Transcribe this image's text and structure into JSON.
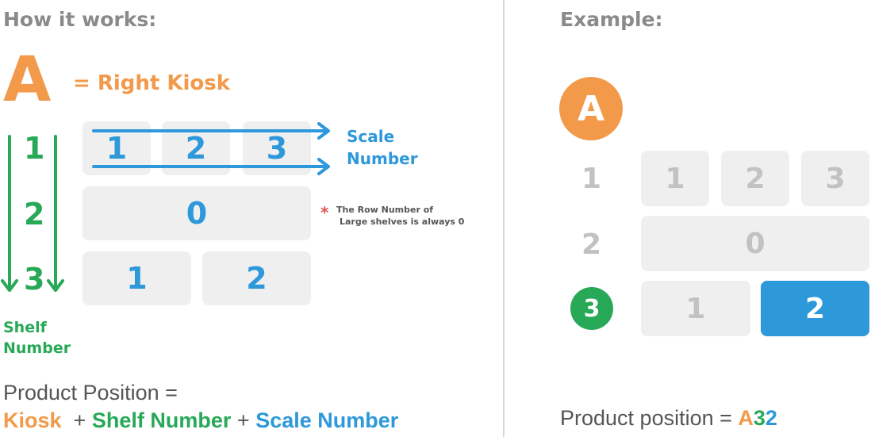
{
  "left": {
    "heading": "How it works:",
    "kiosk_letter": "A",
    "kiosk_label": "= Right Kiosk",
    "scale_label_1": "Scale",
    "scale_label_2": "Number",
    "note_asterisk": "*",
    "note_line1": "The Row Number of",
    "note_line2": "Large shelves is always 0",
    "shelf_numbers": [
      "1",
      "2",
      "3"
    ],
    "row1": [
      "1",
      "2",
      "3"
    ],
    "row2": [
      "0"
    ],
    "row3": [
      "1",
      "2"
    ],
    "shelf_label_1": "Shelf",
    "shelf_label_2": "Number",
    "formula_line1": "Product Position =",
    "formula_kiosk": "Kiosk",
    "formula_plus1": "+",
    "formula_shelf": "Shelf Number",
    "formula_plus2": "+",
    "formula_scale": "Scale Number"
  },
  "right": {
    "heading": "Example:",
    "kiosk_letter": "A",
    "shelf_numbers": [
      "1",
      "2",
      "3"
    ],
    "row1": [
      "1",
      "2",
      "3"
    ],
    "row2": [
      "0"
    ],
    "row3": [
      "1",
      "2"
    ],
    "formula_prefix": "Product position = ",
    "formula_kiosk": "A",
    "formula_shelf": "3",
    "formula_scale": "2"
  },
  "colors": {
    "orange": "#f29a4a",
    "green": "#27a957",
    "blue": "#2d98da",
    "grey_text": "#8a8a8a",
    "cell_bg": "#efefef"
  }
}
